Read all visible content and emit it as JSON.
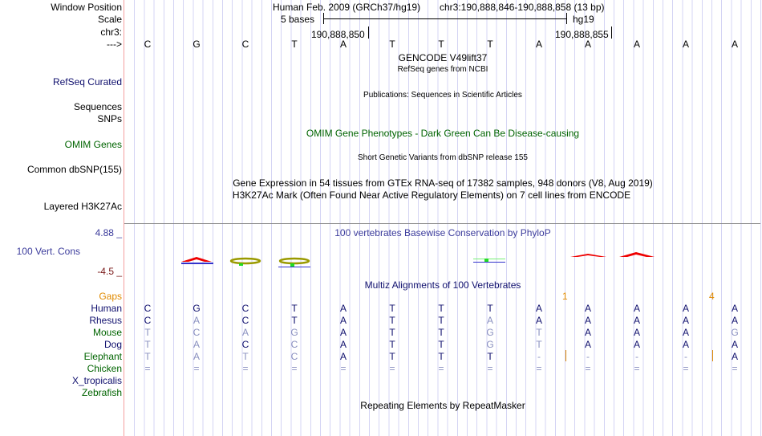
{
  "labels": {
    "window_position": "Window Position",
    "scale": "Scale",
    "chrom": "chr3:",
    "strand": "--->",
    "refseq": "RefSeq Curated",
    "sequences": "Sequences",
    "snps": "SNPs",
    "omim": "OMIM Genes",
    "dbsnp": "Common dbSNP(155)",
    "h3k27ac": "Layered H3K27Ac",
    "cons": "100 Vert. Cons",
    "cons_max": "4.88 _",
    "cons_min": "-4.5 _",
    "gaps": "Gaps"
  },
  "header": {
    "assembly": "Human Feb. 2009 (GRCh37/hg19)",
    "position": "chr3:190,888,846-190,888,858 (13 bp)",
    "scale_label": "5 bases",
    "scale_db": "hg19",
    "tick1": "190,888,850",
    "tick2": "190,888,855"
  },
  "bases": [
    "C",
    "G",
    "C",
    "T",
    "A",
    "T",
    "T",
    "T",
    "A",
    "A",
    "A",
    "A",
    "A"
  ],
  "titles": {
    "gencode": "GENCODE V49lift37",
    "refseq": "RefSeq genes from NCBI",
    "publications": "Publications: Sequences in Scientific Articles",
    "omim": "OMIM Gene Phenotypes - Dark Green Can Be Disease-causing",
    "dbsnp": "Short Genetic Variants from dbSNP release 155",
    "gtex": "Gene Expression in 54 tissues from GTEx RNA-seq of 17382 samples, 948 donors (V8, Aug 2019)",
    "h3k27ac": "H3K27Ac Mark (Often Found Near Active Regulatory Elements) on 7 cell lines from ENCODE",
    "phylop": "100 vertebrates Basewise Conservation by PhyloP",
    "multiz": "Multiz Alignments of 100 Vertebrates",
    "repeatmasker": "Repeating Elements by RepeatMasker"
  },
  "gaps": {
    "gap1": "1",
    "gap2": "4"
  },
  "species": [
    {
      "name": "Human",
      "color": "#10106e",
      "seq": "CGCTATTTAAAAA"
    },
    {
      "name": "Rhesus",
      "color": "#10106e",
      "seq": "CACTATTAAAAAA"
    },
    {
      "name": "Mouse",
      "color": "#006400",
      "seq": "TCAGATTGTAAAG"
    },
    {
      "name": "Dog",
      "color": "#10106e",
      "seq": "TACCATTGTAAAA"
    },
    {
      "name": "Elephant",
      "color": "#006400",
      "seq": "TATCATTT----A"
    },
    {
      "name": "Chicken",
      "color": "#006400",
      "seq": "============="
    },
    {
      "name": "X_tropicalis",
      "color": "#10106e",
      "seq": ""
    },
    {
      "name": "Zebrafish",
      "color": "#006400",
      "seq": ""
    }
  ],
  "colors": {
    "match": "#10106e",
    "mismatch": "#8a90c0",
    "gap": "#e08a00"
  }
}
